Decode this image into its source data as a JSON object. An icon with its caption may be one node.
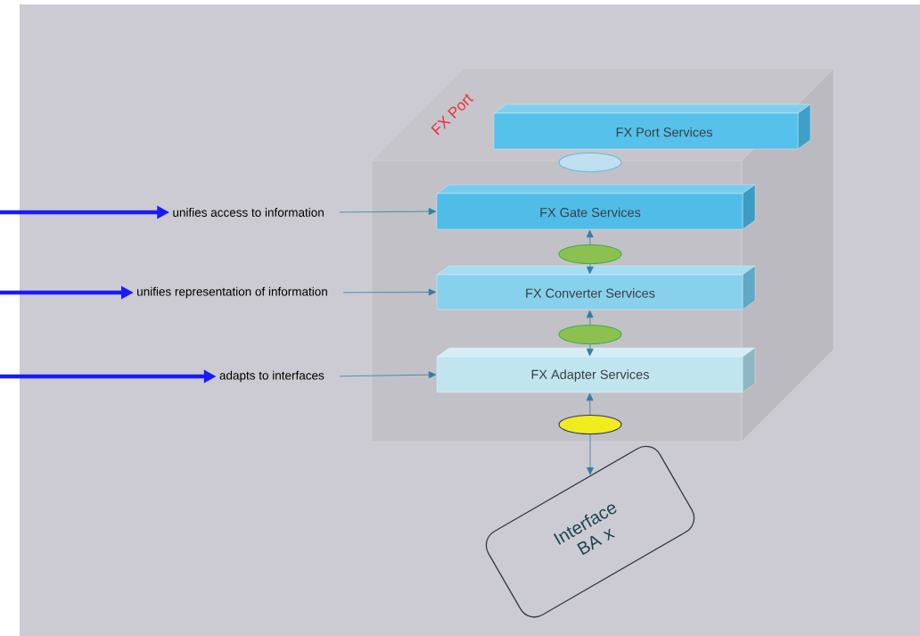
{
  "diagram": {
    "nodes": [
      {
        "text": [
          "FX Port"
        ]
      },
      {
        "text": [
          "FX Port Services"
        ]
      },
      {
        "text": [
          "FX Gate Services"
        ],
        "in": 0
      },
      {
        "text": [
          "FX Converter Services"
        ],
        "in": 0
      },
      {
        "text": [
          "FX Adapter Services"
        ],
        "in": 0
      },
      {
        "text": [
          "unifies access to information"
        ]
      },
      {
        "text": [
          "unifies representation of information"
        ]
      },
      {
        "text": [
          "adapts to interfaces"
        ]
      },
      {
        "text": [
          "Interface BA x"
        ]
      },
      {
        "text": [],
        "shape": "ellipse"
      },
      {
        "text": [],
        "shape": "ellipse",
        "in": 0
      },
      {
        "text": [],
        "shape": "ellipse",
        "in": 0
      },
      {
        "text": [],
        "shape": "ellipse",
        "in": 0
      }
    ],
    "edges": [
      {
        "from": null,
        "to": 5,
        "arrow": "to",
        "style": "thick",
        "color": "#1a1aff"
      },
      {
        "from": null,
        "to": 6,
        "arrow": "to",
        "style": "thick",
        "color": "#1a1aff"
      },
      {
        "from": null,
        "to": 7,
        "arrow": "to",
        "style": "thick",
        "color": "#1a1aff"
      },
      {
        "from": 5,
        "to": 2,
        "arrow": "to"
      },
      {
        "from": 6,
        "to": 3,
        "arrow": "to"
      },
      {
        "from": 7,
        "to": 4,
        "arrow": "to"
      },
      {
        "from": 10,
        "to": 2,
        "arrow": "to"
      },
      {
        "from": 10,
        "to": 3,
        "arrow": "to"
      },
      {
        "from": 11,
        "to": 3,
        "arrow": "to"
      },
      {
        "from": 11,
        "to": 4,
        "arrow": "to"
      },
      {
        "from": 12,
        "to": 4,
        "arrow": "to"
      },
      {
        "from": 12,
        "to": 8,
        "arrow": "to"
      }
    ]
  }
}
